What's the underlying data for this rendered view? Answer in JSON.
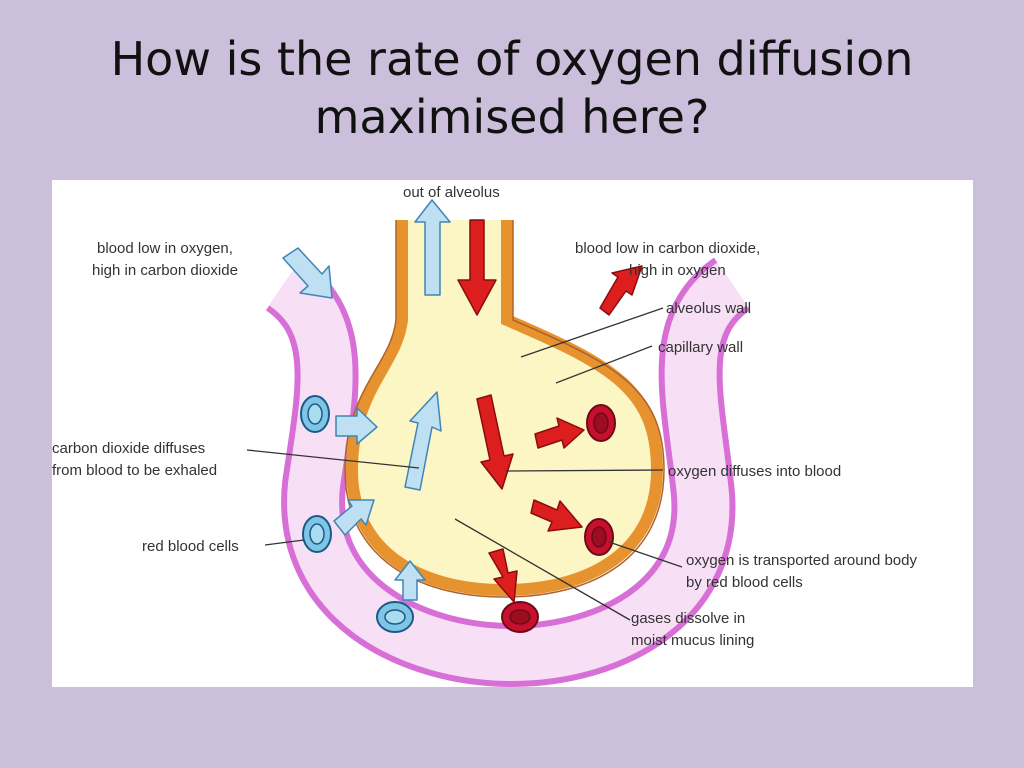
{
  "slide": {
    "title_line1": "How is the rate of oxygen diffusion",
    "title_line2": "maximised here?"
  },
  "diagram": {
    "labels": {
      "out_of_alveolus": "out of alveolus",
      "blood_low_oxygen_1": "blood low in oxygen,",
      "blood_low_oxygen_2": "high in carbon dioxide",
      "blood_low_co2_1": "blood low in carbon dioxide,",
      "blood_low_co2_2": "high in oxygen",
      "alveolus_wall": "alveolus wall",
      "capillary_wall": "capillary wall",
      "co2_diffuses_1": "carbon dioxide diffuses",
      "co2_diffuses_2": "from blood to be exhaled",
      "oxygen_diffuses": "oxygen diffuses into blood",
      "red_blood_cells": "red blood cells",
      "oxygen_transported_1": "oxygen is transported around body",
      "oxygen_transported_2": "by red blood cells",
      "gases_dissolve_1": "gases dissolve in",
      "gases_dissolve_2": "moist mucus lining"
    },
    "colors": {
      "background": "#cbbfdb",
      "capillary": "#d76fd6",
      "capillary_fill": "#f7dff6",
      "alveolus_wall": "#e6922e",
      "alveolus_fill": "#fbf6c3",
      "oxygen_arrow": "#dd1e1e",
      "co2_arrow": "#bfe0f3",
      "deoxygenated_cell": "#7fc6e4",
      "oxygenated_cell": "#c8102e"
    }
  }
}
